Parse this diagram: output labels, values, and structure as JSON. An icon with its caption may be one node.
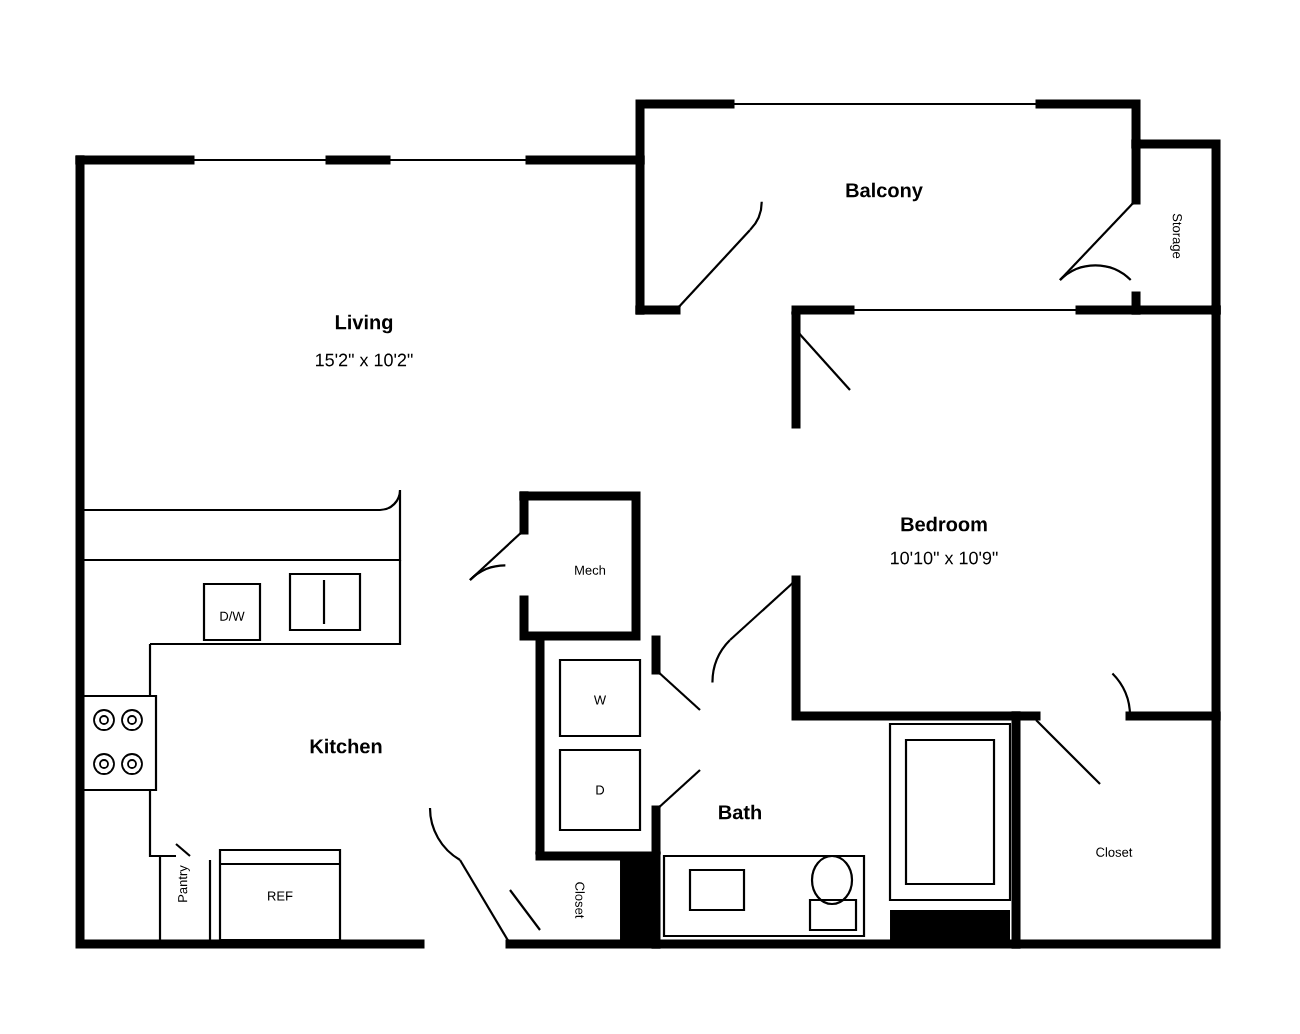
{
  "diagram": {
    "labels": [
      "Balcony",
      "Storage",
      "Living",
      "15'2\" x 10'2\"",
      "Bedroom",
      "10'10\" x 10'9\"",
      "Mech",
      "D/W",
      "W",
      "D",
      "Kitchen",
      "Bath",
      "Pantry",
      "REF",
      "Closet",
      "Closet"
    ]
  }
}
